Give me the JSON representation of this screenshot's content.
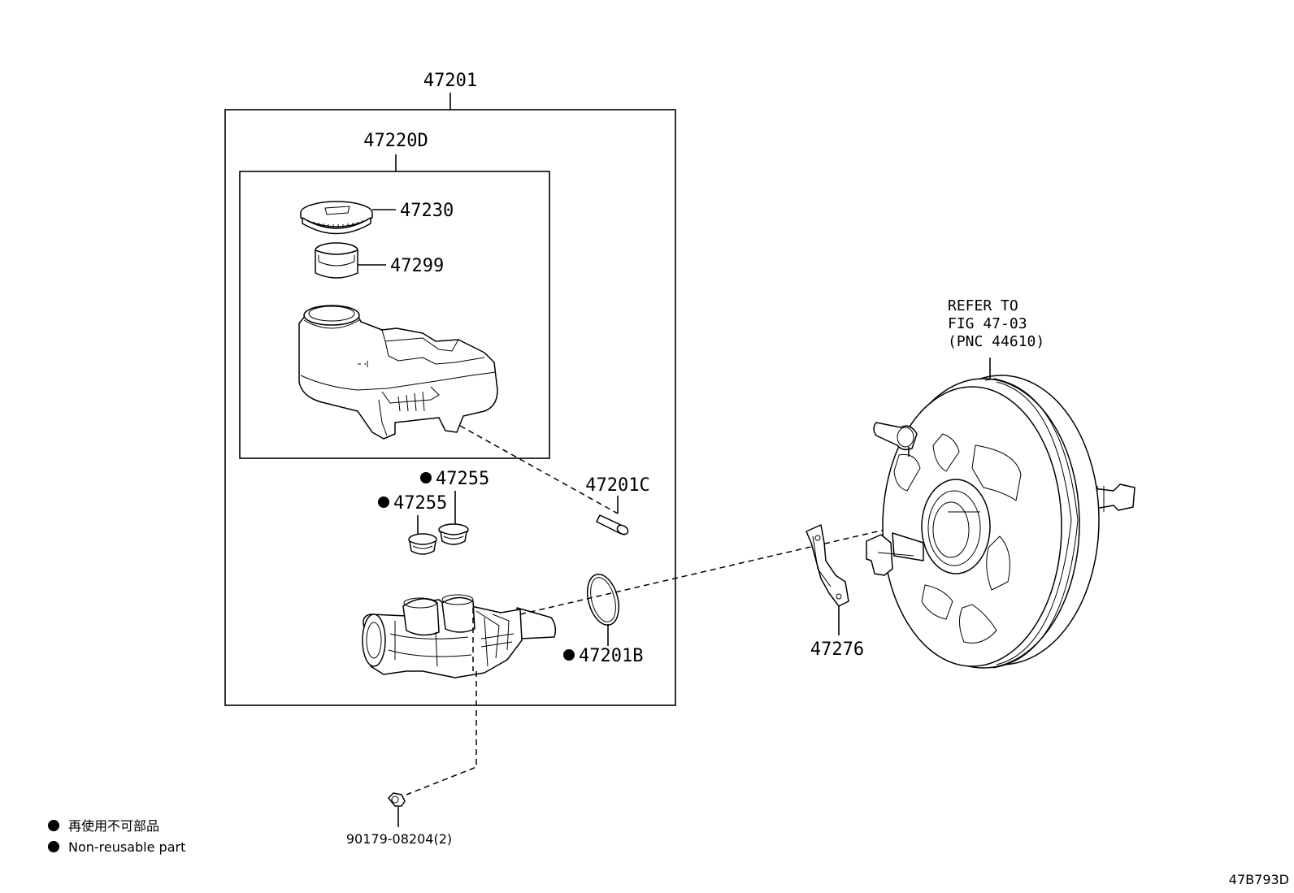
{
  "labels": {
    "assembly": "47201",
    "reservoir_assembly": "47220D",
    "cap": "47230",
    "strainer": "47299",
    "pin": "47201C",
    "grommet_upper": "47255",
    "grommet_lower": "47255",
    "o_ring": "47201B",
    "gasket_bracket": "47276",
    "nut": "90179-08204(2)",
    "refer_line1": "REFER TO",
    "refer_line2": "FIG 47-03",
    "refer_line3": "(PNC 44610)",
    "figure_code": "47B793D"
  },
  "legend": {
    "line1": "再使用不可部品",
    "line2": "Non-reusable part"
  }
}
